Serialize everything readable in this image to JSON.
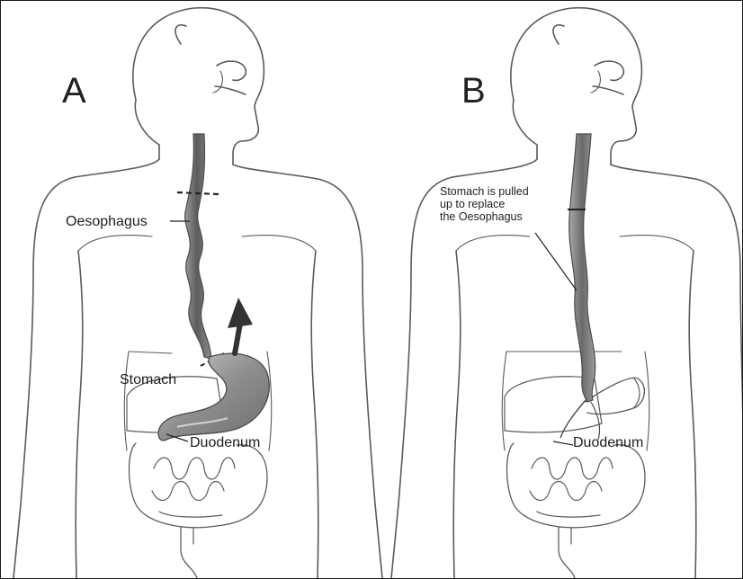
{
  "panels": [
    {
      "letter": "A",
      "labels": {
        "oesophagus": "Oesophagus",
        "stomach": "Stomach",
        "duodenum": "Duodenum"
      }
    },
    {
      "letter": "B",
      "labels": {
        "stomach_pulled_line1": "Stomach is pulled",
        "stomach_pulled_line2": "up to replace",
        "stomach_pulled_line3": "the Oesophagus",
        "duodenum": "Duodenum"
      }
    }
  ],
  "colors": {
    "outline": "#555555",
    "organ_dark": "#6b6b6b",
    "organ_light": "#bdbdbd",
    "arrow": "#3a3a3a"
  }
}
